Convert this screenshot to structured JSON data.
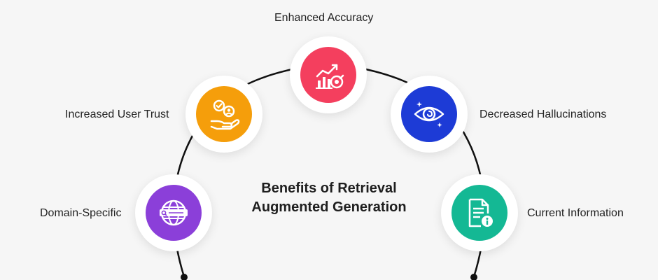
{
  "title": {
    "line1": "Benefits of Retrieval",
    "line2": "Augmented Generation"
  },
  "benefits": [
    {
      "label": "Enhanced Accuracy",
      "color": "#f43f5e",
      "icon": "chart-target-icon"
    },
    {
      "label": "Increased User Trust",
      "color": "#f59e0b",
      "icon": "trust-hand-icon"
    },
    {
      "label": "Decreased Hallucinations",
      "color": "#1d3bd6",
      "icon": "eye-icon"
    },
    {
      "label": "Domain-Specific",
      "color": "#8b3fd9",
      "icon": "globe-search-icon"
    },
    {
      "label": "Current Information",
      "color": "#14b894",
      "icon": "document-info-icon"
    }
  ],
  "arc_color": "#111111"
}
